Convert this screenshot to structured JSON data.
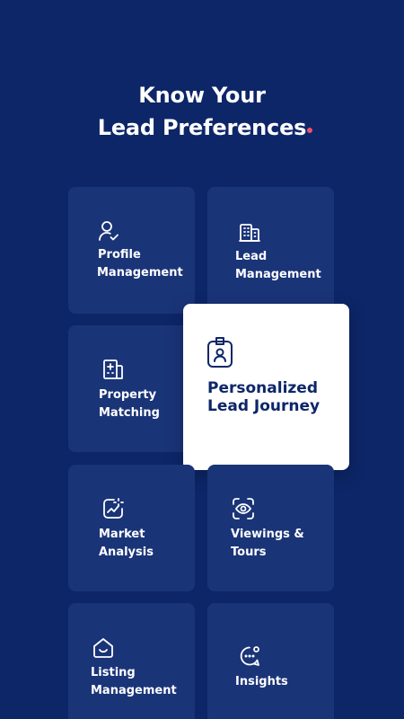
{
  "header": {
    "title_line1": "Know Your",
    "title_line2": "Lead Preferences"
  },
  "colors": {
    "background": "#0d2668",
    "card": "#1a3478",
    "accent_dot": "#f0506e",
    "featured_text": "#0d2668"
  },
  "featured_card": {
    "label": "Personalized Lead Journey",
    "icon": "id-badge-icon"
  },
  "cards": {
    "profile": {
      "label1": "Profile",
      "label2": "Management",
      "icon": "user-check-icon"
    },
    "lead": {
      "label1": "Lead",
      "label2": "Management",
      "icon": "buildings-icon"
    },
    "property": {
      "label1": "Property",
      "label2": "Matching",
      "icon": "building-plus-icon"
    },
    "market": {
      "label1": "Market",
      "label2": "Analysis",
      "icon": "trend-chart-icon"
    },
    "viewings": {
      "label1": "Viewings &",
      "label2": "Tours",
      "icon": "eye-scan-icon"
    },
    "listing": {
      "label1": "Listing",
      "label2": "Management",
      "icon": "smile-home-icon"
    },
    "insights": {
      "label1": "Insights",
      "icon": "chat-bubble-icon"
    }
  }
}
